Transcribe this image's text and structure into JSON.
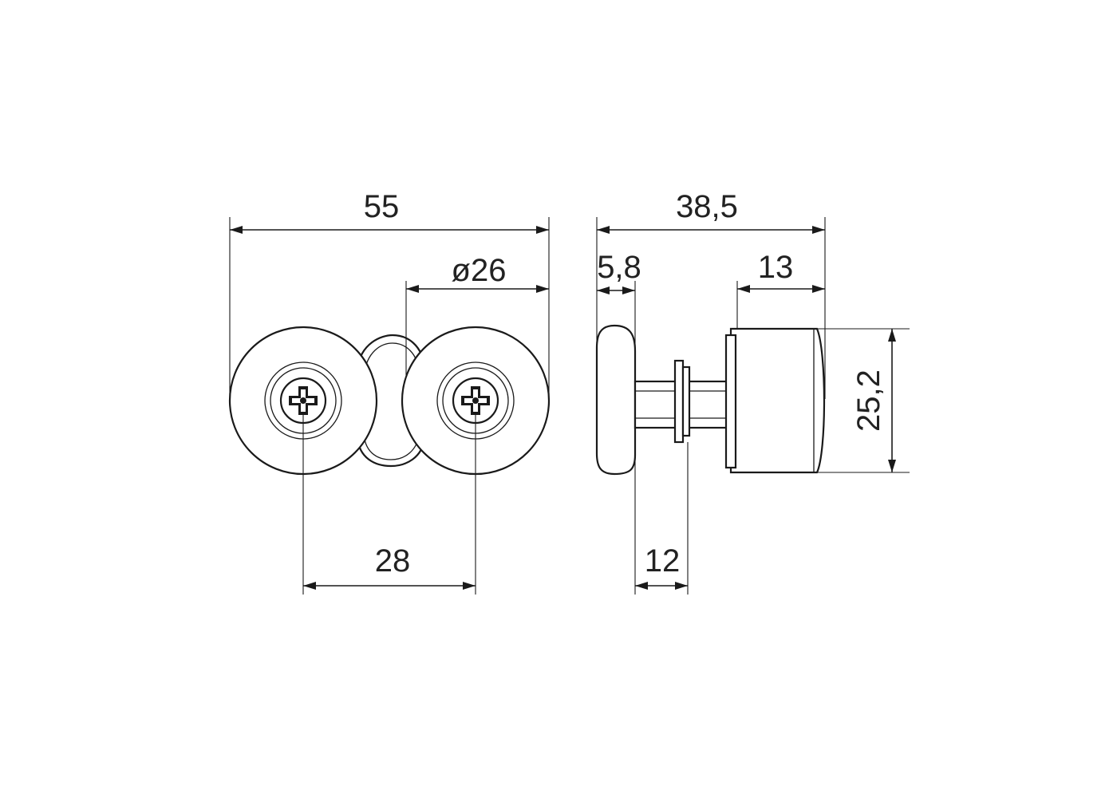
{
  "dimensions": {
    "front_overall_width": "55",
    "wheel_diameter": "ø26",
    "axle_spacing": "28",
    "side_overall_depth": "38,5",
    "wheel_thickness": "5,8",
    "body_length": "13",
    "body_height": "25,2",
    "shaft_length": "12"
  }
}
